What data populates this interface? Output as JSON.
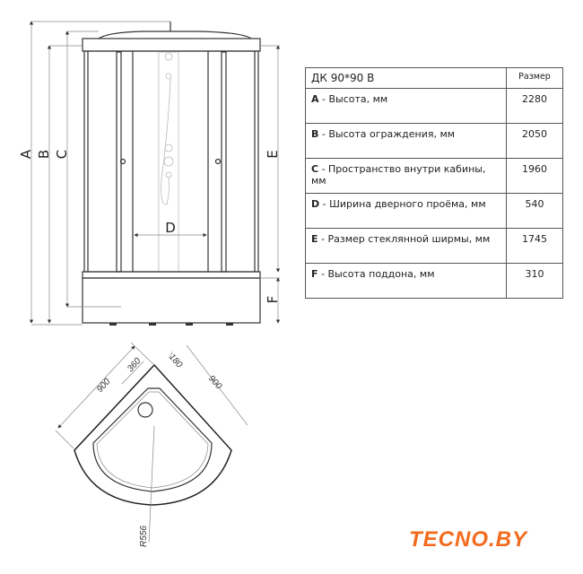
{
  "drawing": {
    "front_labels": {
      "A": "A",
      "B": "B",
      "C": "C",
      "D": "D",
      "E": "E",
      "F": "F"
    },
    "plan_dims": {
      "side_left": "900",
      "side_right": "900",
      "offset_1": "360",
      "offset_2": "180",
      "radius": "R556"
    }
  },
  "table": {
    "title": "ДК  90*90 В",
    "value_header": "Размер",
    "rows": [
      {
        "key": "A",
        "label": " - Высота, мм",
        "value": "2280"
      },
      {
        "key": "B",
        "label": " - Высота ограждения, мм",
        "value": "2050"
      },
      {
        "key": "C",
        "label": " - Пространство внутри кабины, мм",
        "value": "1960"
      },
      {
        "key": "D",
        "label": " - Ширина дверного проёма, мм",
        "value": "540"
      },
      {
        "key": "E",
        "label": " - Размер стеклянной ширмы, мм",
        "value": "1745"
      },
      {
        "key": "F",
        "label": " - Высота поддона, мм",
        "value": "310"
      }
    ]
  },
  "logo": {
    "text": "TECNO.BY",
    "color": "#f26b1d"
  }
}
